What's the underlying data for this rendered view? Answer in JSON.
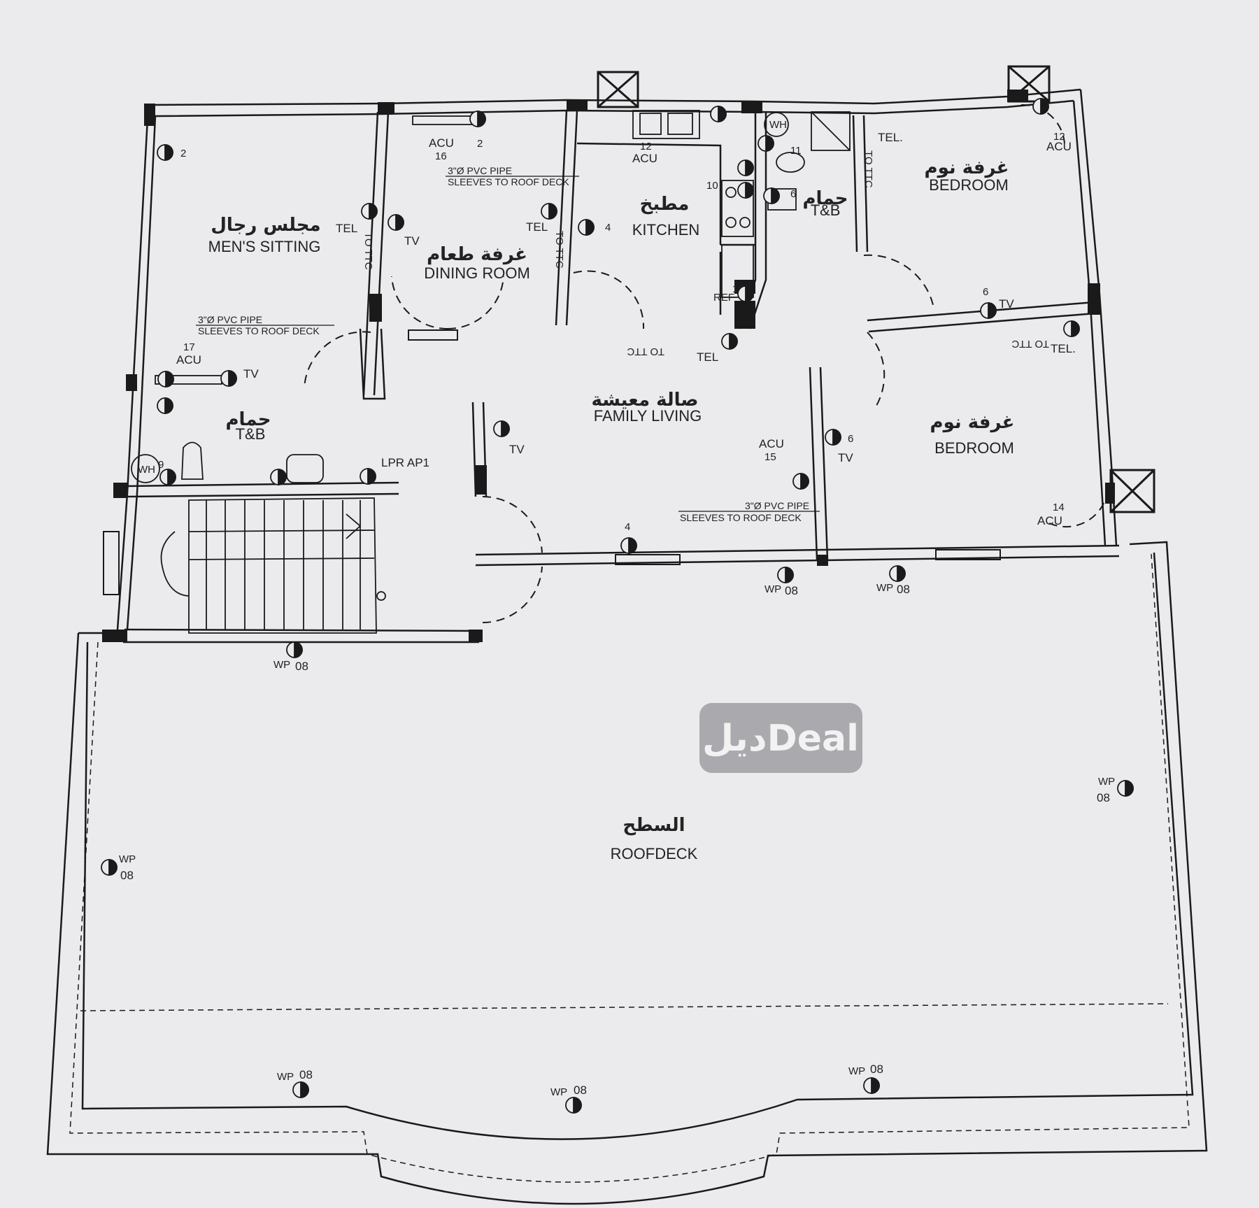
{
  "rooms": {
    "mens_sitting": {
      "ar": "مجلس رجال",
      "en": "MEN'S SITTING"
    },
    "dining": {
      "ar": "غرفة طعام",
      "en": "DINING ROOM"
    },
    "kitchen": {
      "ar": "مطبخ",
      "en": "KITCHEN"
    },
    "bedroom1": {
      "ar": "غرفة نوم",
      "en": "BEDROOM"
    },
    "bedroom2": {
      "ar": "غرفة نوم",
      "en": "BEDROOM"
    },
    "family_living": {
      "ar": "صالة معيشة",
      "en": "FAMILY LIVING"
    },
    "bath_west": {
      "ar": "حمام",
      "en": "T&B"
    },
    "bath_kitchen": {
      "ar": "حمام",
      "en": "T&B"
    },
    "roofdeck": {
      "ar": "السطح",
      "en": "ROOFDECK"
    }
  },
  "notes": {
    "pvc_line1": "3\"Ø PVC PIPE",
    "pvc_line2": "SLEEVES TO ROOF DECK",
    "lpr": "LPR AP1",
    "to_ttc": "TO TTC"
  },
  "symbols": {
    "acu": "ACU",
    "tel": "TEL.",
    "tel_short": "TEL",
    "tv": "TV",
    "wp": "WP",
    "wh": "WH",
    "ref": "REF",
    "circuit_08": "08"
  },
  "circuits": {
    "acu_dining": "16",
    "acu_dining_outlet": "2",
    "acu_kitchen": "12",
    "acu_bedroom1": "12",
    "acu_sitting": "17",
    "acu_family": "15",
    "acu_bedroom2": "14",
    "sitting_socket": "2",
    "kitchen_socket": "4",
    "kitchen_cooker": "10",
    "kitchen_wh": "11",
    "kitchen_bath_socket": "6",
    "kitchen_ref": "18",
    "bedroom_socket": "6",
    "family_socket": "4",
    "family_tv": "6",
    "bath_wh": "9"
  },
  "watermark": {
    "text": "ديلDeal"
  },
  "colors": {
    "paper": "#ebebed",
    "ink": "#1a1a1a",
    "background": "#d7d7d9"
  }
}
